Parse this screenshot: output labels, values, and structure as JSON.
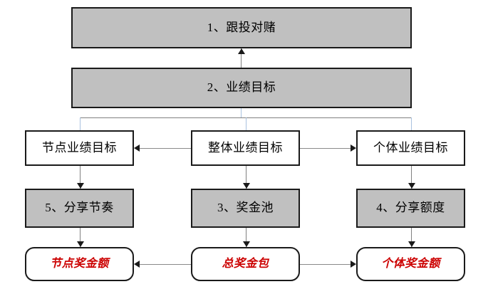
{
  "diagram": {
    "type": "flowchart",
    "levels": [
      {
        "id": "level-1",
        "nodes": [
          {
            "id": "n1",
            "label": "1、跟投对赌",
            "style": "gray",
            "span": "full"
          }
        ]
      },
      {
        "id": "level-2",
        "nodes": [
          {
            "id": "n2",
            "label": "2、业绩目标",
            "style": "gray",
            "span": "full"
          }
        ]
      },
      {
        "id": "level-3",
        "nodes": [
          {
            "id": "n3l",
            "label": "节点业绩目标",
            "style": "white",
            "column": "left"
          },
          {
            "id": "n3c",
            "label": "整体业绩目标",
            "style": "white",
            "column": "center"
          },
          {
            "id": "n3r",
            "label": "个体业绩目标",
            "style": "white",
            "column": "right"
          }
        ]
      },
      {
        "id": "level-4",
        "nodes": [
          {
            "id": "n4l",
            "label": "5、分享节奏",
            "style": "gray",
            "column": "left"
          },
          {
            "id": "n4c",
            "label": "3、奖金池",
            "style": "gray",
            "column": "center"
          },
          {
            "id": "n4r",
            "label": "4、分享额度",
            "style": "gray",
            "column": "right"
          }
        ]
      },
      {
        "id": "level-5",
        "nodes": [
          {
            "id": "n5l",
            "label": "节点奖金额",
            "style": "rounded-red",
            "column": "left"
          },
          {
            "id": "n5c",
            "label": "总奖金包",
            "style": "rounded-red",
            "column": "center"
          },
          {
            "id": "n5r",
            "label": "个体奖金额",
            "style": "rounded-red",
            "column": "right"
          }
        ]
      }
    ],
    "connectors": [
      {
        "id": "c-n2-n1",
        "from": "n2",
        "to": "n1",
        "direction": "up",
        "kind": "arrow"
      },
      {
        "id": "c-n2-branch",
        "from": "n2",
        "to": "branch-bus",
        "direction": "down",
        "kind": "line"
      },
      {
        "id": "c-branch-n3l",
        "from": "branch-bus",
        "to": "n3l",
        "direction": "down",
        "kind": "line"
      },
      {
        "id": "c-branch-n3c",
        "from": "branch-bus",
        "to": "n3c",
        "direction": "down",
        "kind": "line"
      },
      {
        "id": "c-branch-n3r",
        "from": "branch-bus",
        "to": "n3r",
        "direction": "down",
        "kind": "line"
      },
      {
        "id": "c-n3c-n3l",
        "from": "n3c",
        "to": "n3l",
        "direction": "left",
        "kind": "arrow"
      },
      {
        "id": "c-n3c-n3r",
        "from": "n3c",
        "to": "n3r",
        "direction": "right",
        "kind": "arrow"
      },
      {
        "id": "c-n3l-n4l",
        "from": "n3l",
        "to": "n4l",
        "direction": "down",
        "kind": "arrow"
      },
      {
        "id": "c-n3c-n4c",
        "from": "n3c",
        "to": "n4c",
        "direction": "down",
        "kind": "arrow"
      },
      {
        "id": "c-n3r-n4r",
        "from": "n3r",
        "to": "n4r",
        "direction": "down",
        "kind": "arrow"
      },
      {
        "id": "c-n4l-n5l",
        "from": "n4l",
        "to": "n5l",
        "direction": "down",
        "kind": "arrow"
      },
      {
        "id": "c-n4c-n5c",
        "from": "n4c",
        "to": "n5c",
        "direction": "down",
        "kind": "arrow"
      },
      {
        "id": "c-n4r-n5r",
        "from": "n4r",
        "to": "n5r",
        "direction": "down",
        "kind": "arrow"
      },
      {
        "id": "c-n5c-n5l",
        "from": "n5c",
        "to": "n5l",
        "direction": "left",
        "kind": "arrow"
      },
      {
        "id": "c-n5c-n5r",
        "from": "n5c",
        "to": "n5r",
        "direction": "right",
        "kind": "arrow"
      }
    ],
    "colors": {
      "gray_fill": "#c0c0c0",
      "white_fill": "#ffffff",
      "border": "#1a1a1a",
      "red_text": "#cc0000",
      "connector_gray": "#808080",
      "connector_blue": "#a9c2e0"
    }
  }
}
